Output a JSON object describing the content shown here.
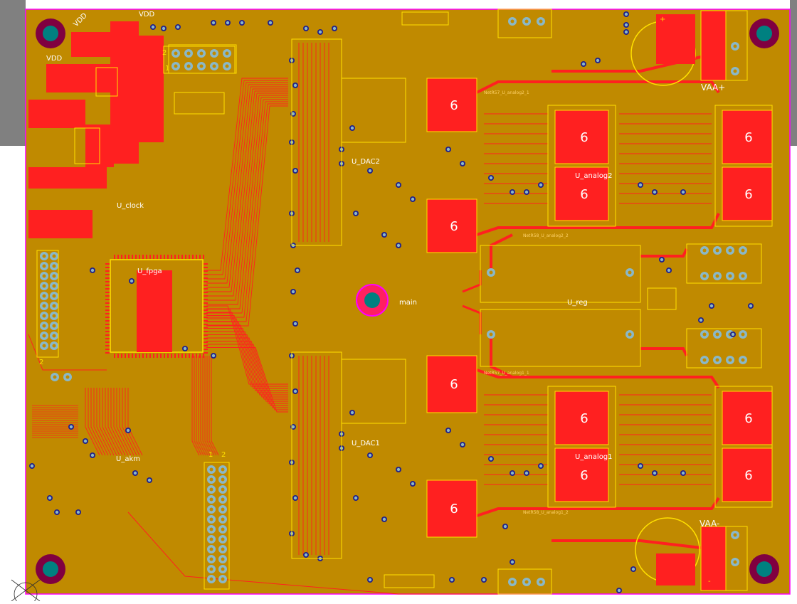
{
  "board": {
    "colors": {
      "copper": "#c08a00",
      "trace": "#ff2020",
      "silk": "#ffe000",
      "edge": "#ff00ff",
      "via_ring": "#20208a",
      "via_fill": "#8ab8c8",
      "hole_ring": "#800040",
      "hole_fill": "#008080",
      "window_gray": "#808080"
    },
    "labels": {
      "vdd_1": "VDD",
      "vdd_2": "VDD",
      "vdd_3": "VDD",
      "clock": "U_clock",
      "fpga": "U_fpga",
      "akm": "U_akm",
      "dac2": "U_DAC2",
      "dac1": "U_DAC1",
      "main": "main",
      "analog2": "U_analog2",
      "analog1": "U_analog1",
      "reg": "U_reg",
      "vaa_plus": "VAA+",
      "vaa_minus": "VAA-",
      "plus_sign": "+",
      "minus_sign": "-",
      "header_pin1": "1",
      "header_pin2": "2",
      "vert_pin1": "1",
      "vert_pin2": "2",
      "left_pin2": "2"
    },
    "pad_marks": [
      "6",
      "6",
      "6",
      "6",
      "6",
      "6",
      "6",
      "6",
      "6",
      "6",
      "6",
      "6"
    ],
    "net_labels": [
      "NetR57_U_analog2_1",
      "NetR58_U_analog2_2",
      "NetR57_U_analog1_1",
      "NetR58_U_analog1_2"
    ]
  }
}
